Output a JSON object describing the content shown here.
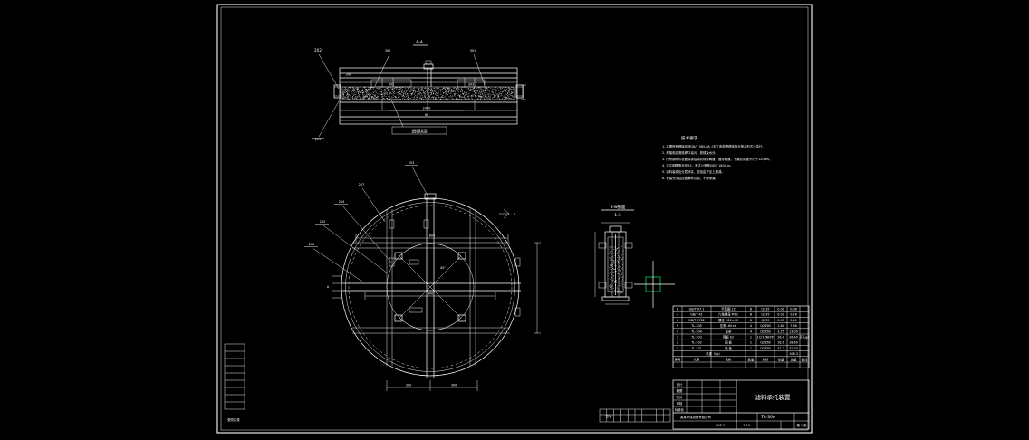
{
  "sheet": {
    "background": "#000000",
    "line_color": "#ffffff",
    "accent_color": "#00b050",
    "border_left": 240,
    "border_top": 5,
    "border_right": 896,
    "border_bottom": 478
  },
  "section_view": {
    "title": "A-A",
    "balloons": [
      "202",
      "305",
      "301",
      "201"
    ],
    "inner_labels": [
      "302",
      "303",
      "304"
    ],
    "bottom_note": "滤料承托层",
    "dim_labels": [
      "200",
      "100",
      "2400",
      "60"
    ]
  },
  "plan_view": {
    "balloons": [
      "203",
      "207",
      "204",
      "205",
      "206"
    ],
    "section_arrow": "A",
    "dim_labels": [
      "300",
      "300",
      "600",
      "600",
      "2400",
      "Φ2400"
    ],
    "angle_label": "45°"
  },
  "detail_view": {
    "title": "B-B剖面",
    "scale": "1:3",
    "dim_labels": [
      "30",
      "120",
      "60"
    ]
  },
  "notes": {
    "heading": "技术要求",
    "items": [
      "1. 本图所有焊接均按GB/T 985-88《手工电弧焊焊接接头基本形式》执行。",
      "2. 焊接前应清除焊口油污、铁锈及水分。",
      "3. 所有钢构件表面除锈后涂防锈漆两道，面漆两道，干膜总厚度不小于120μm。",
      "4. 未注明圆角半径R3，未注公差按GB/T 1804-m。",
      "5. 滤料装填应分层捗实，粒径由下至上递减。",
      "6. 安装完毕后应做满水试验，不得渗漏。"
    ]
  },
  "bom": {
    "headers": [
      "序号",
      "代号",
      "名称",
      "数量",
      "材料",
      "单重",
      "总重",
      "备注"
    ],
    "rows": [
      {
        "no": "8",
        "code": "GB/T 97.1",
        "name": "平垫圈 12",
        "qty": "8",
        "material": "Q235",
        "unit_wt": "0.01",
        "total_wt": "0.08",
        "remark": ""
      },
      {
        "no": "7",
        "code": "GB/T 41",
        "name": "六角螺母 M12",
        "qty": "8",
        "material": "Q235",
        "unit_wt": "0.02",
        "total_wt": "0.16",
        "remark": ""
      },
      {
        "no": "6",
        "code": "GB/T 5782",
        "name": "螺栓 M12×40",
        "qty": "8",
        "material": "Q235",
        "unit_wt": "0.05",
        "total_wt": "0.40",
        "remark": ""
      },
      {
        "no": "5",
        "code": "TL-305",
        "name": "压条 -60×6",
        "qty": "4",
        "material": "Q235B",
        "unit_wt": "1.84",
        "total_wt": "7.36",
        "remark": ""
      },
      {
        "no": "4",
        "code": "TL-304",
        "name": "支架",
        "qty": "4",
        "material": "Q235B",
        "unit_wt": "3.25",
        "total_wt": "13.00",
        "remark": ""
      },
      {
        "no": "3",
        "code": "TL-303",
        "name": "筛板 δ2",
        "qty": "1",
        "material": "1Cr18Ni9Ti",
        "unit_wt": "26.4",
        "total_wt": "26.40",
        "remark": "开孔φ4"
      },
      {
        "no": "2",
        "code": "TL-302",
        "name": "圈 板",
        "qty": "1",
        "material": "Q235B",
        "unit_wt": "18.6",
        "total_wt": "18.60",
        "remark": ""
      },
      {
        "no": "1",
        "code": "TL-301",
        "name": "底 板",
        "qty": "1",
        "material": "Q235B",
        "unit_wt": "42.3",
        "total_wt": "42.30",
        "remark": ""
      }
    ],
    "total_label": "总重（kg）",
    "total_value": "108.3"
  },
  "title_block": {
    "drawing_name": "滤料承托装置",
    "drawing_no": "TL-300",
    "rows": [
      {
        "label": "设计",
        "value": ""
      },
      {
        "label": "制图",
        "value": ""
      },
      {
        "label": "校对",
        "value": ""
      },
      {
        "label": "审核",
        "value": ""
      },
      {
        "label": "标准化",
        "value": ""
      },
      {
        "label": "批准",
        "value": ""
      }
    ],
    "fields": [
      {
        "label": "阶段标记",
        "value": ""
      },
      {
        "label": "重量",
        "value": "108.3"
      },
      {
        "label": "比例",
        "value": "1:10"
      },
      {
        "label": "共 1 张",
        "value": "第 1 张"
      }
    ],
    "company": "某某环保设备有限公司"
  },
  "revision_table": {
    "label": "更改记录",
    "rows": 9
  },
  "signature_strip": {
    "label": "签字",
    "columns": 10
  }
}
